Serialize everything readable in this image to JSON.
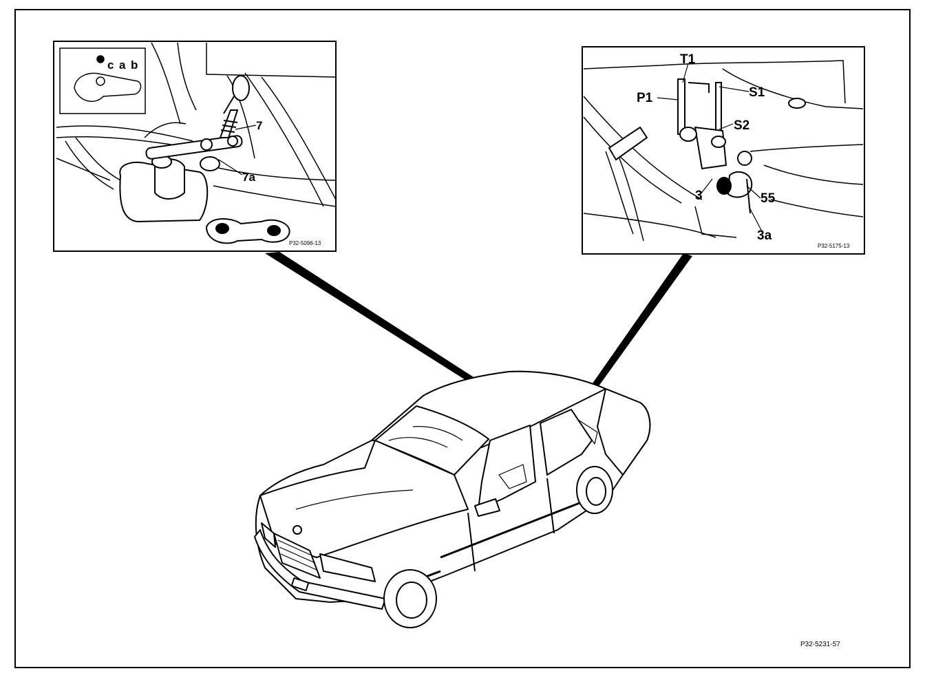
{
  "left_detail": {
    "inset_labels": [
      "c",
      "a",
      "b"
    ],
    "callouts": [
      "7",
      "7a"
    ],
    "ref_code": "P32-5096-13"
  },
  "right_detail": {
    "callouts": [
      "T1",
      "P1",
      "S1",
      "S2",
      "3",
      "55",
      "3a"
    ],
    "ref_code": "P32-5175-13"
  },
  "main": {
    "ref_code": "P32-5231-57"
  }
}
